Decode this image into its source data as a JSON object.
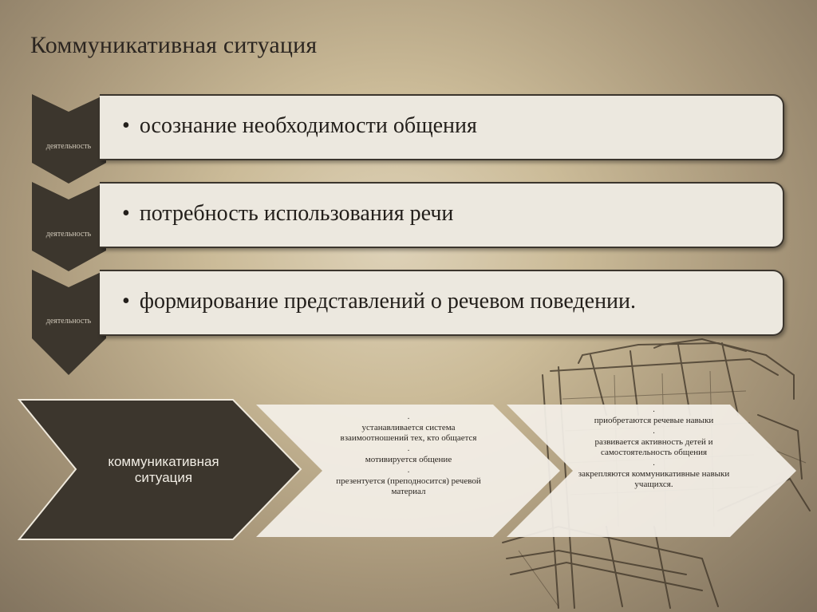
{
  "title": "Коммуникативная ситуация",
  "rows": [
    {
      "side_label": "деятельность",
      "bullet": "•",
      "text": "осознание необходимости общения"
    },
    {
      "side_label": "деятельность",
      "bullet": "•",
      "text": "потребность использования речи"
    },
    {
      "side_label": "деятельность",
      "bullet": "•",
      "text": "формирование представлений о речевом поведении."
    }
  ],
  "process": {
    "label": "коммуникативная ситуация",
    "step1": [
      "устанавливается система взаимоотношений тех, кто общается",
      "мотивируется общение",
      "презентуется (преподносится) речевой материал"
    ],
    "step2": [
      "приобретаются речевые навыки",
      "развивается активность детей и самостоятельность общения",
      "закрепляются коммуникативные навыки учащихся."
    ],
    "bullet": "·"
  },
  "colors": {
    "dark_chevron": "#3c362d",
    "light_box": "#ece8df",
    "pale_arrow": "#f3efe7",
    "text_dark": "#231f1b"
  }
}
